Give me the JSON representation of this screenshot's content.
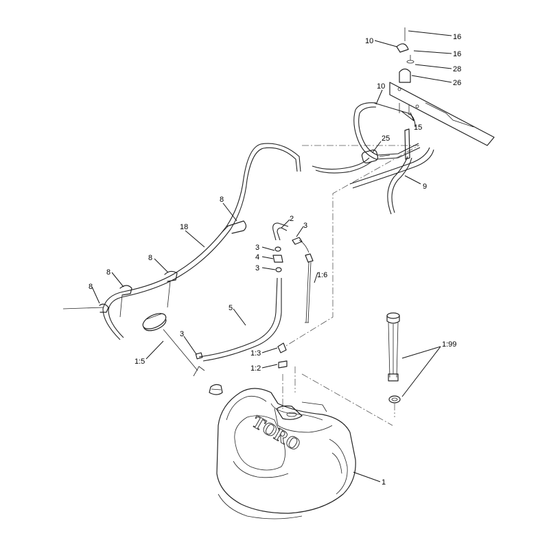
{
  "brand_text": "TORO",
  "callouts": [
    {
      "id": "c-16a",
      "text": "16"
    },
    {
      "id": "c-10a",
      "text": "10"
    },
    {
      "id": "c-16b",
      "text": "16"
    },
    {
      "id": "c-28",
      "text": "28"
    },
    {
      "id": "c-26",
      "text": "26"
    },
    {
      "id": "c-10b",
      "text": "10"
    },
    {
      "id": "c-15",
      "text": "15"
    },
    {
      "id": "c-25",
      "text": "25"
    },
    {
      "id": "c-9",
      "text": "9"
    },
    {
      "id": "c-8a",
      "text": "8"
    },
    {
      "id": "c-18",
      "text": "18"
    },
    {
      "id": "c-2",
      "text": "2"
    },
    {
      "id": "c-3a",
      "text": "3"
    },
    {
      "id": "c-3b",
      "text": "3"
    },
    {
      "id": "c-4",
      "text": "4"
    },
    {
      "id": "c-3c",
      "text": "3"
    },
    {
      "id": "c-8b",
      "text": "8"
    },
    {
      "id": "c-8c",
      "text": "8"
    },
    {
      "id": "c-8d",
      "text": "8"
    },
    {
      "id": "c-1-6",
      "text": "1:6"
    },
    {
      "id": "c-5",
      "text": "5"
    },
    {
      "id": "c-3d",
      "text": "3"
    },
    {
      "id": "c-1-5",
      "text": "1:5"
    },
    {
      "id": "c-1-3",
      "text": "1:3"
    },
    {
      "id": "c-1-2",
      "text": "1:2"
    },
    {
      "id": "c-1-99",
      "text": "1:99"
    },
    {
      "id": "c-1",
      "text": "1"
    }
  ]
}
